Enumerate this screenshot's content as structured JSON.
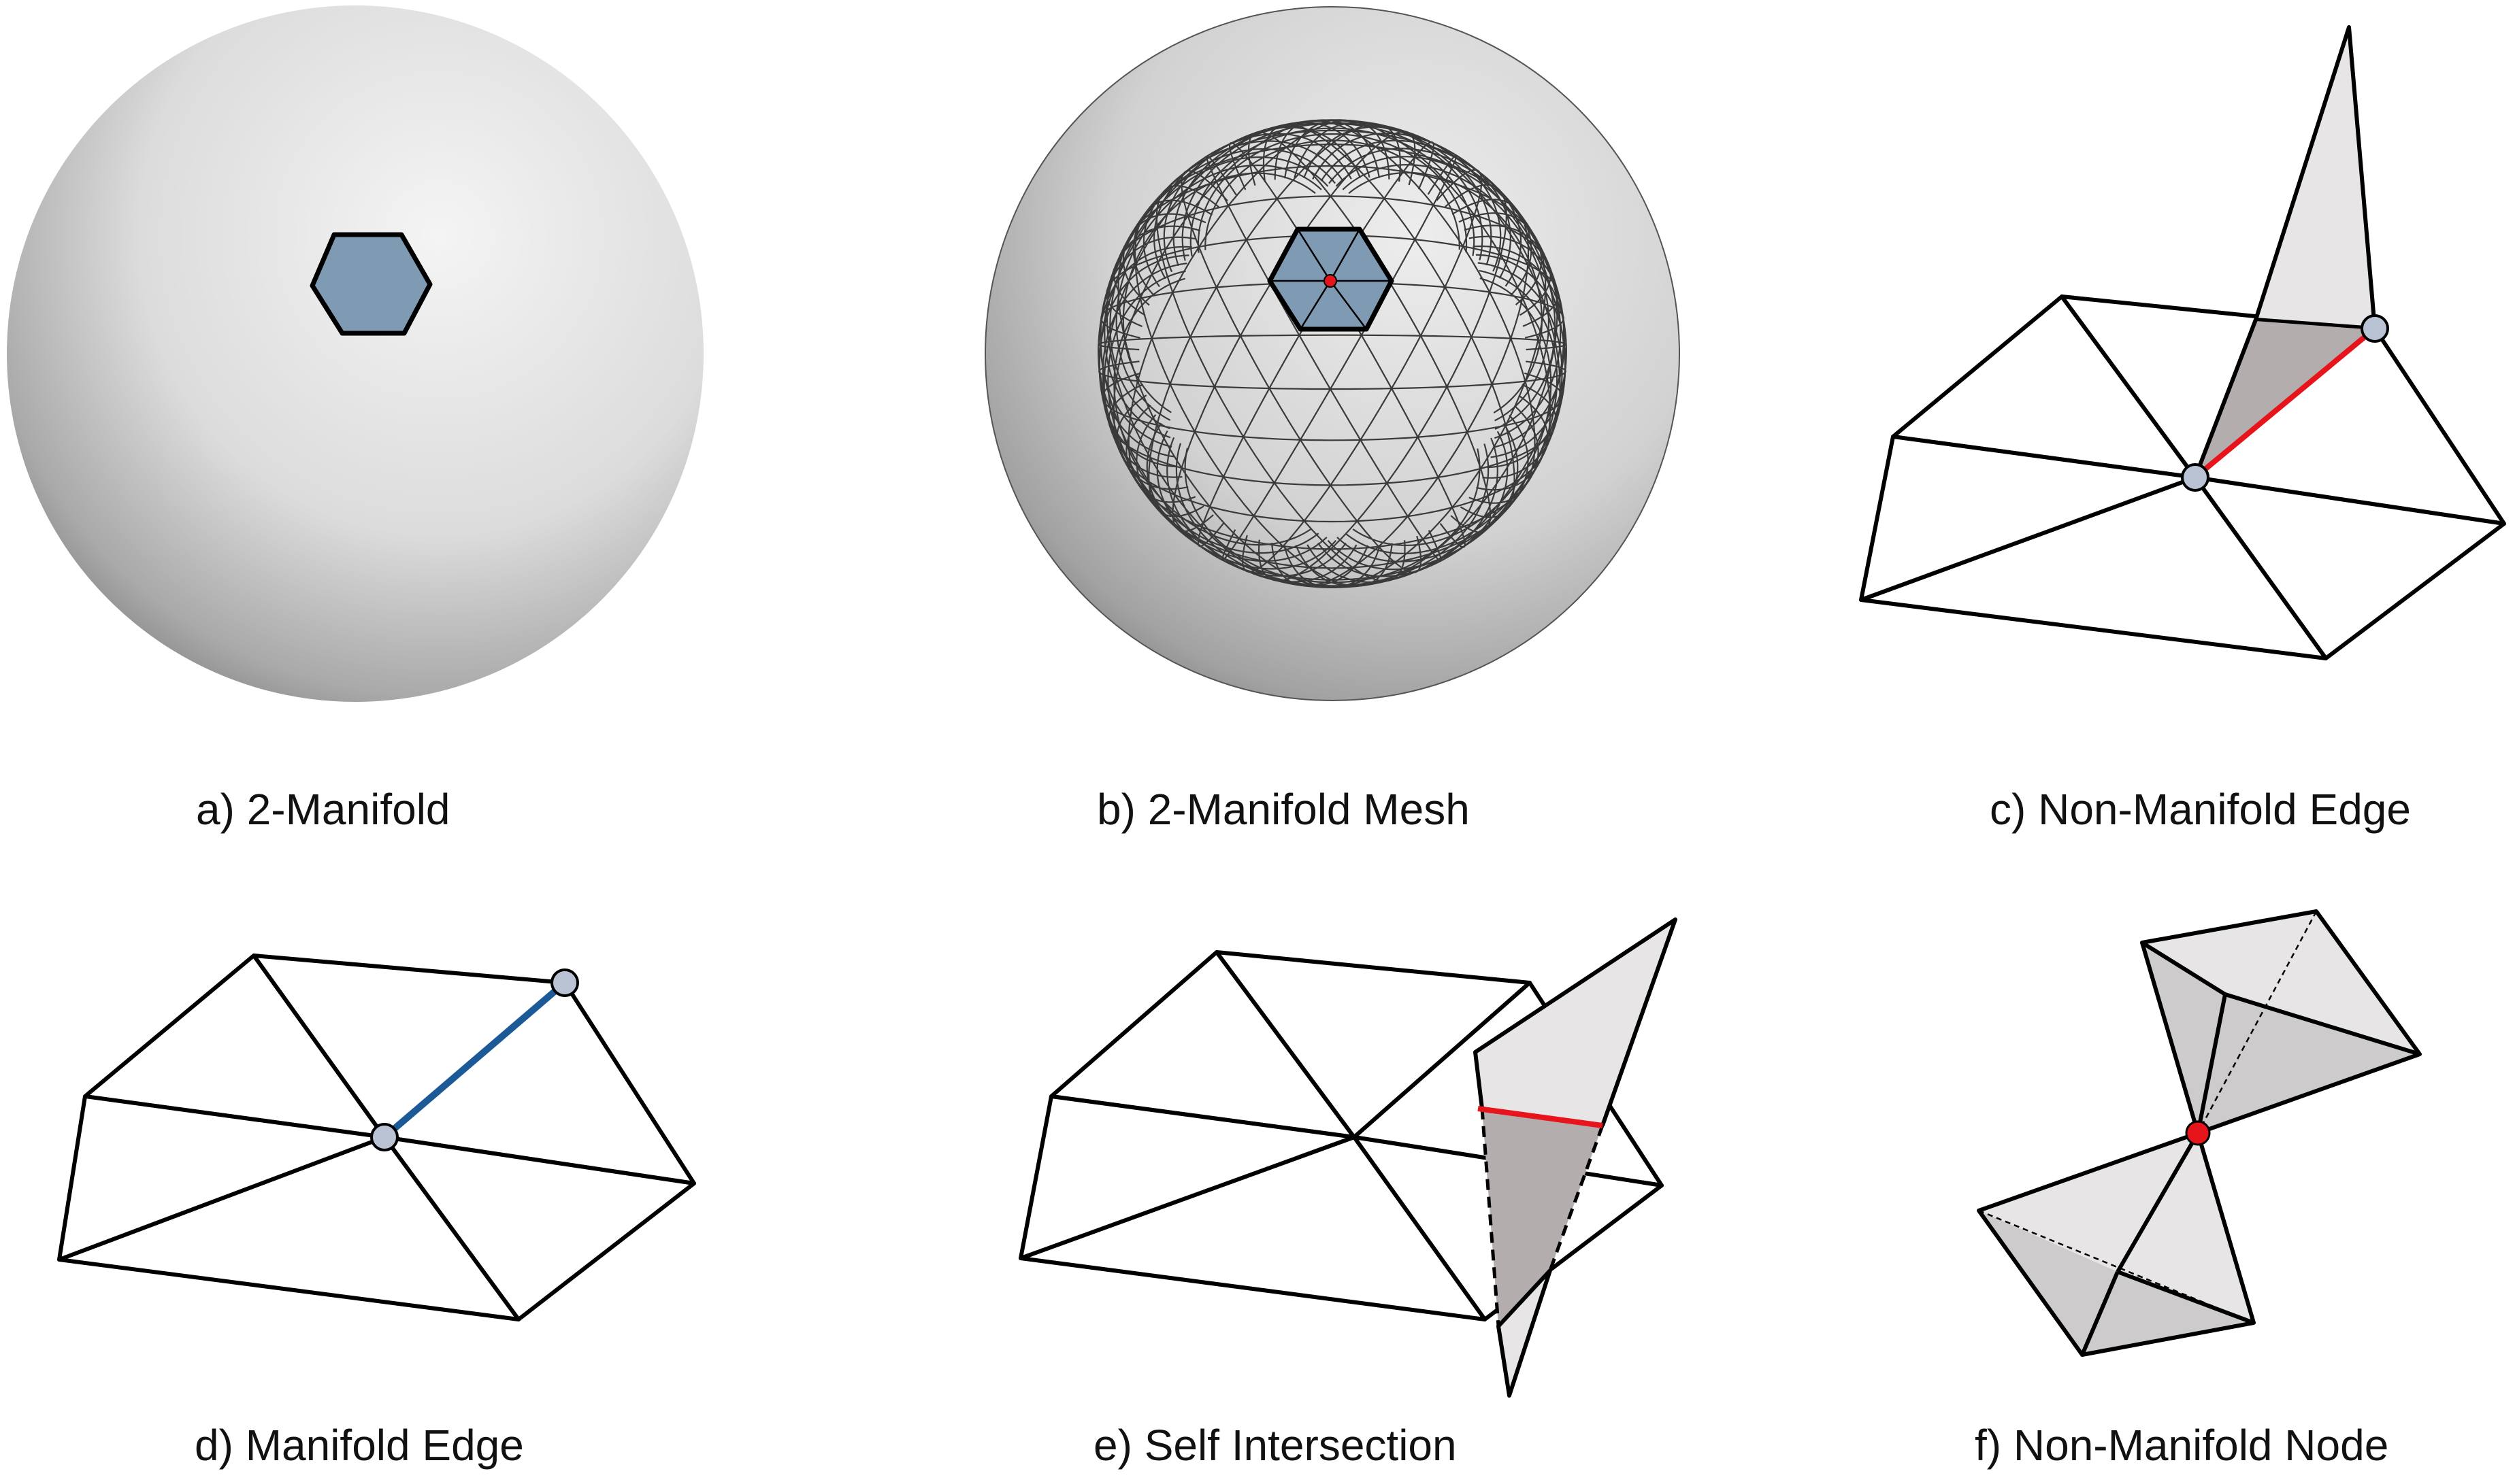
{
  "captions": {
    "a": "a) 2-Manifold",
    "b": "b) 2-Manifold Mesh",
    "c": "c) Non-Manifold Edge",
    "d": "d) Manifold Edge",
    "e": "e) Self Intersection",
    "f": "f) Non-Manifold Node"
  },
  "colors": {
    "hexagon_fill": "#7f9bb4",
    "vertex_fill": "#b9c3d4",
    "highlight_red": "#e8141b",
    "manifold_edge_blue": "#1b5a96",
    "light_face": "#e7e5e6",
    "dark_face": "#b3adad"
  }
}
